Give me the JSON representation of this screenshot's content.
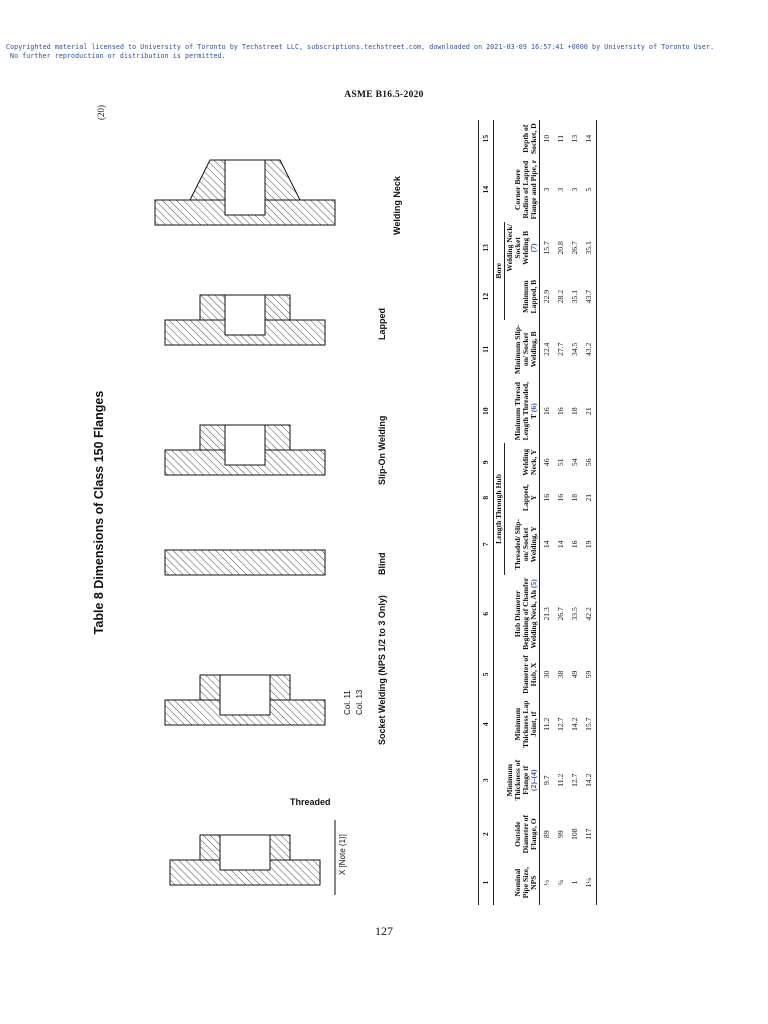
{
  "watermark": {
    "line1": "Copyrighted material licensed to University of Toronto by Techstreet LLC, subscriptions.techstreet.com, downloaded on 2021-03-09 16:57:41 +0000 by  University of Toronto User.",
    "line2": "No further reproduction or distribution is permitted."
  },
  "standard": "ASME B16.5-2020",
  "edition_marker": "(20)",
  "page_number": "127",
  "table_title": "Table 8 Dimensions of Class 150 Flanges",
  "figures": {
    "threaded": "Threaded",
    "slip_on": "Slip-On Welding",
    "socket": "Socket Welding (NPS 1/2 to 3 Only)",
    "lapped": "Lapped",
    "blind": "Blind",
    "welding_neck": "Welding Neck",
    "x_note": "X [Note (1)]",
    "col11": "Col. 11",
    "col13": "Col. 13"
  },
  "columns": {
    "numbers": [
      "1",
      "2",
      "3",
      "4",
      "5",
      "6",
      "7",
      "8",
      "9",
      "10",
      "11",
      "12",
      "13",
      "14",
      "15"
    ],
    "group_length": "Length Through Hub",
    "group_bore": "Bore",
    "headers": [
      "Nominal Pipe Size, NPS",
      "Outside Diameter of Flange, O",
      "Minimum Thickness of Flange tf",
      "Minimum Thickness Lap Joint, tf",
      "Diameter of Hub, X",
      "Hub Diameter Beginning of Chamfer Welding Neck, Ah",
      "Threaded/ Slip-on/ Socket Welding, Y",
      "Lapped, Y",
      "Welding Neck, Y",
      "Minimum Thread Length Threaded, T",
      "Minimum Slip-on/ Socket Welding, B",
      "Minimum Lapped, B",
      "Welding Neck/ Socket Welding B",
      "Corner Bore Radius of Lapped Flange and Pipe, r",
      "Depth of Socket, D"
    ],
    "refs": {
      "c3": "(2)–(4)",
      "c6": "(5)",
      "c10": "(6)",
      "c13": "(7)"
    }
  },
  "rows": [
    [
      "½",
      "89",
      "9.7",
      "11.2",
      "30",
      "21.3",
      "14",
      "16",
      "46",
      "16",
      "22.4",
      "22.9",
      "15.7",
      "3",
      "10"
    ],
    [
      "¾",
      "99",
      "11.2",
      "12.7",
      "38",
      "26.7",
      "14",
      "16",
      "51",
      "16",
      "27.7",
      "28.2",
      "20.8",
      "3",
      "11"
    ],
    [
      "1",
      "108",
      "12.7",
      "14.2",
      "49",
      "33.5",
      "16",
      "18",
      "54",
      "18",
      "34.5",
      "35.1",
      "26.7",
      "3",
      "13"
    ],
    [
      "1¼",
      "117",
      "14.2",
      "15.7",
      "59",
      "42.2",
      "19",
      "21",
      "56",
      "21",
      "43.2",
      "43.7",
      "35.1",
      "5",
      "14"
    ]
  ]
}
